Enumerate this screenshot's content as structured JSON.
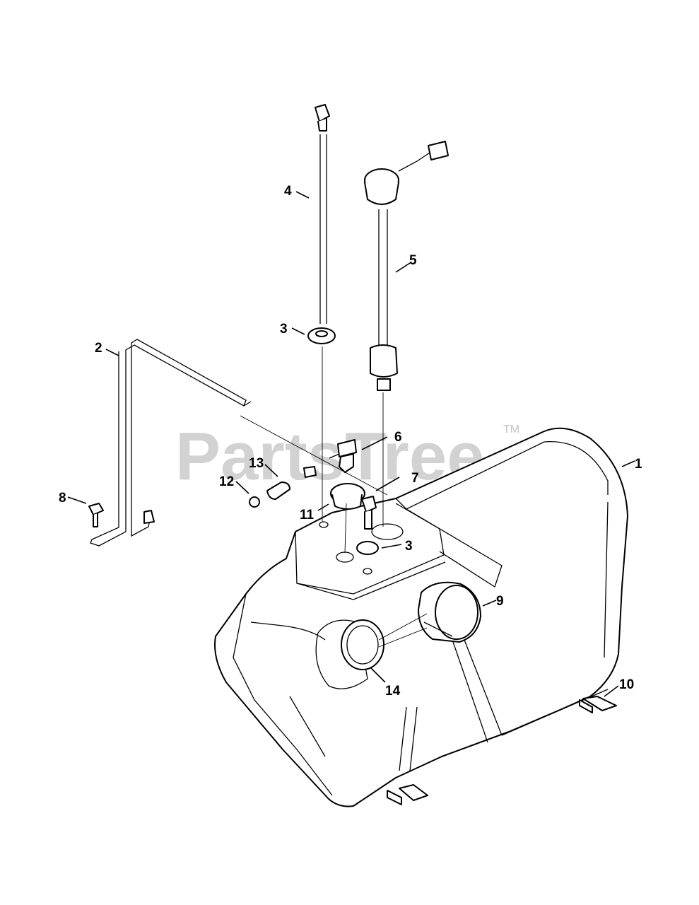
{
  "watermark": {
    "text": "PartsTree",
    "trademark": "TM"
  },
  "callouts": {
    "c1": "1",
    "c2": "2",
    "c3a": "3",
    "c3b": "3",
    "c4": "4",
    "c5": "5",
    "c6": "6",
    "c7": "7",
    "c8": "8",
    "c9": "9",
    "c10": "10",
    "c11": "11",
    "c12": "12",
    "c13": "13",
    "c14": "14"
  }
}
